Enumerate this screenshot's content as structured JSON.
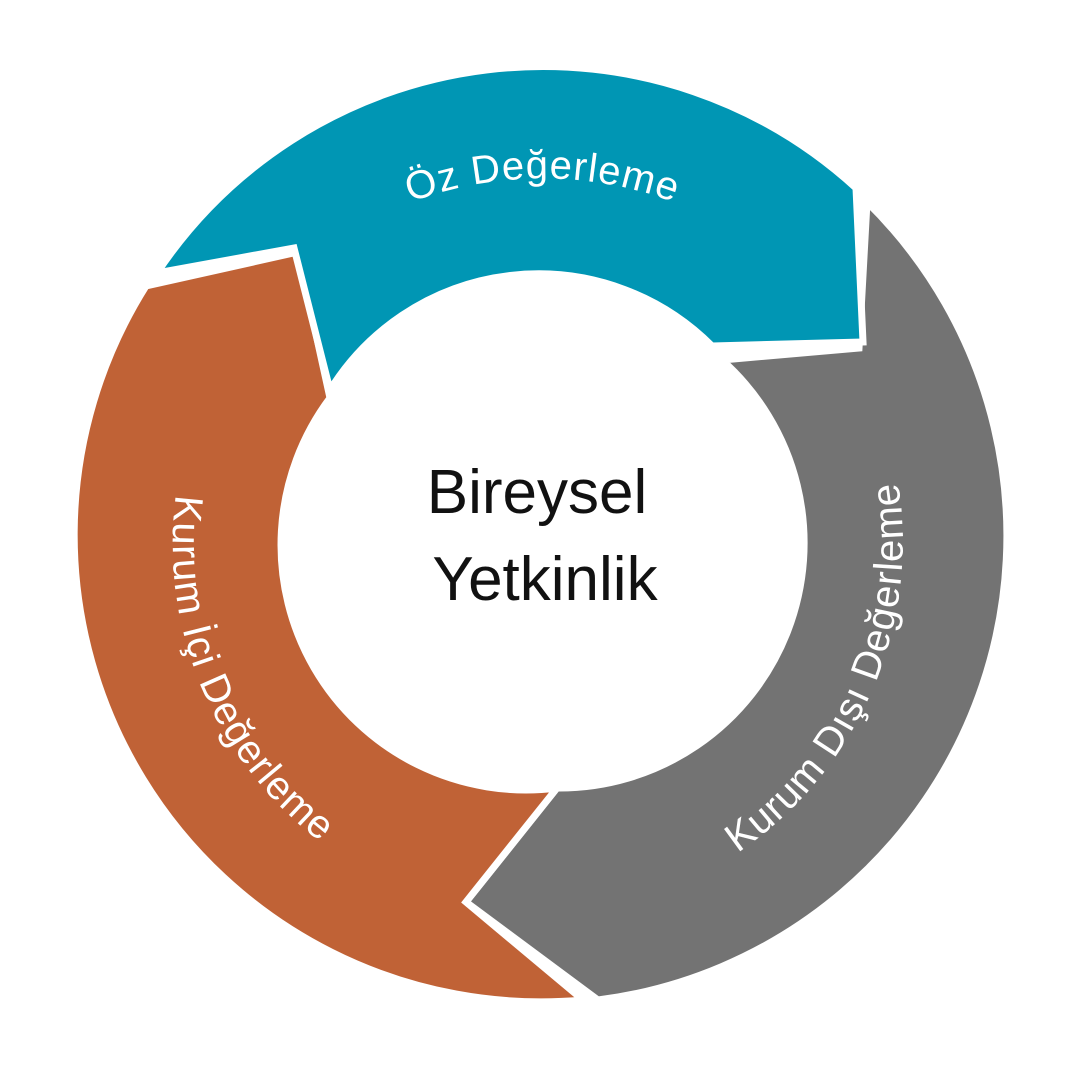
{
  "center": {
    "line1": "Bireysel",
    "line2": "Yetkinlik"
  },
  "segments": [
    {
      "label": "Öz Değerleme",
      "color": "#0096b4"
    },
    {
      "label": "Kurum Dışı Değerleme",
      "color": "#737373"
    },
    {
      "label": "Kurum İçi Değerleme",
      "color": "#c06236"
    }
  ]
}
